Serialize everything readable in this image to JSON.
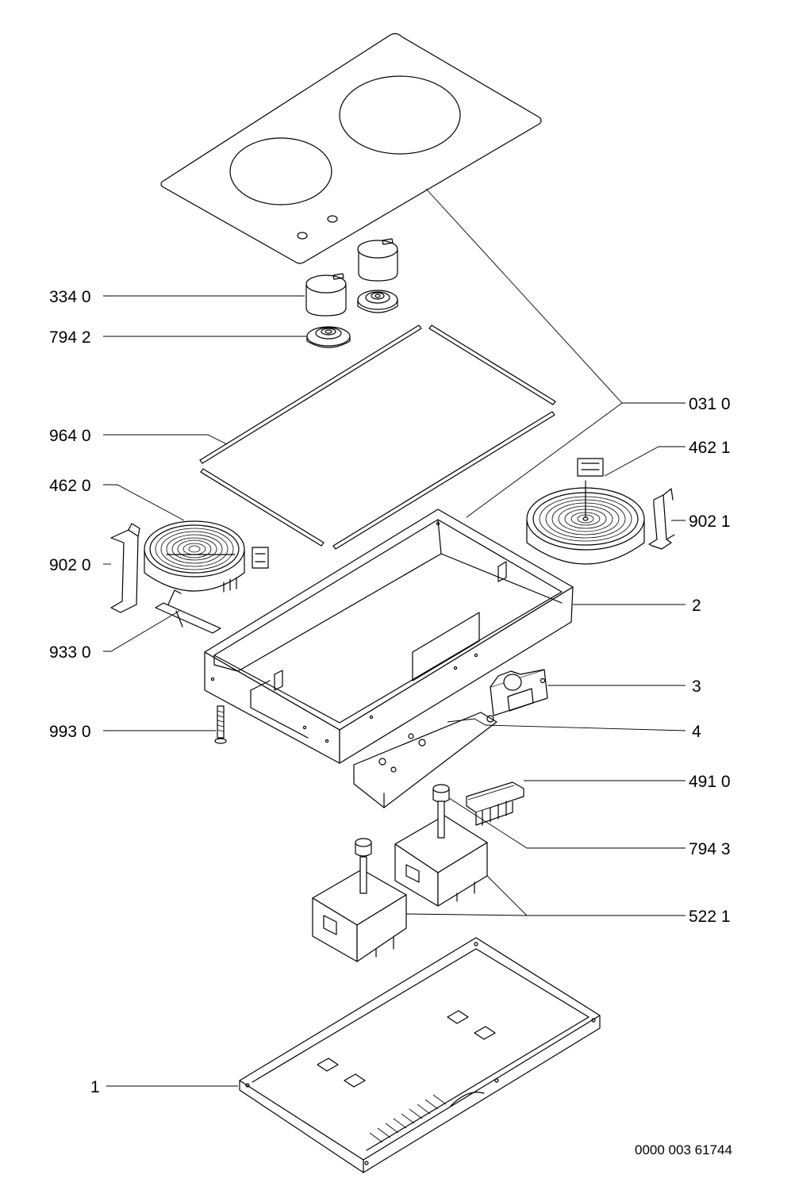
{
  "diagram": {
    "labels": {
      "cover_031": "031 0",
      "knob_334": "334 0",
      "knob_base_794_2": "794 2",
      "gasket_964": "964 0",
      "heater_462_1": "462 1",
      "heater_462_0": "462 0",
      "bracket_902_1": "902 1",
      "bracket_902_0": "902 0",
      "housing_2": "2",
      "clip_933": "933 0",
      "part_3": "3",
      "screw_993": "993 0",
      "plate_4": "4",
      "terminal_491": "491 0",
      "knob_794_3": "794 3",
      "regulator_522": "522 1",
      "bottom_1": "1"
    },
    "document_number": "0000 003 61744"
  }
}
